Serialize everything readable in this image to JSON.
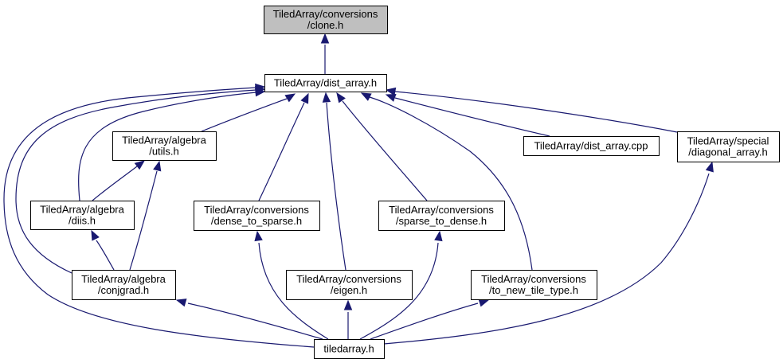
{
  "diagram": {
    "type": "include-dependency-graph",
    "colors": {
      "edge": "#191970",
      "root_fill": "#bfbfbf",
      "node_fill": "#ffffff",
      "node_border": "#000000"
    },
    "nodes": [
      {
        "id": "clone",
        "lines": [
          "TiledArray/conversions",
          "/clone.h"
        ],
        "root": true
      },
      {
        "id": "dist_array",
        "lines": [
          "TiledArray/dist_array.h"
        ]
      },
      {
        "id": "utils",
        "lines": [
          "TiledArray/algebra",
          "/utils.h"
        ]
      },
      {
        "id": "diis",
        "lines": [
          "TiledArray/algebra",
          "/diis.h"
        ]
      },
      {
        "id": "conjgrad",
        "lines": [
          "TiledArray/algebra",
          "/conjgrad.h"
        ]
      },
      {
        "id": "dense_to_sparse",
        "lines": [
          "TiledArray/conversions",
          "/dense_to_sparse.h"
        ]
      },
      {
        "id": "eigen",
        "lines": [
          "TiledArray/conversions",
          "/eigen.h"
        ]
      },
      {
        "id": "sparse_to_dense",
        "lines": [
          "TiledArray/conversions",
          "/sparse_to_dense.h"
        ]
      },
      {
        "id": "to_new_tile_type",
        "lines": [
          "TiledArray/conversions",
          "/to_new_tile_type.h"
        ]
      },
      {
        "id": "dist_array_cpp",
        "lines": [
          "TiledArray/dist_array.cpp"
        ]
      },
      {
        "id": "diagonal_array",
        "lines": [
          "TiledArray/special",
          "/diagonal_array.h"
        ]
      },
      {
        "id": "tiledarray",
        "lines": [
          "tiledarray.h"
        ]
      }
    ],
    "edges": [
      {
        "from": "dist_array",
        "to": "clone"
      },
      {
        "from": "utils",
        "to": "dist_array"
      },
      {
        "from": "diis",
        "to": "dist_array"
      },
      {
        "from": "conjgrad",
        "to": "dist_array"
      },
      {
        "from": "tiledarray",
        "to": "dist_array"
      },
      {
        "from": "dense_to_sparse",
        "to": "dist_array"
      },
      {
        "from": "eigen",
        "to": "dist_array"
      },
      {
        "from": "sparse_to_dense",
        "to": "dist_array"
      },
      {
        "from": "to_new_tile_type",
        "to": "dist_array"
      },
      {
        "from": "dist_array_cpp",
        "to": "dist_array"
      },
      {
        "from": "diagonal_array",
        "to": "dist_array"
      },
      {
        "from": "diis",
        "to": "utils"
      },
      {
        "from": "conjgrad",
        "to": "utils"
      },
      {
        "from": "conjgrad",
        "to": "diis"
      },
      {
        "from": "tiledarray",
        "to": "conjgrad"
      },
      {
        "from": "tiledarray",
        "to": "dense_to_sparse"
      },
      {
        "from": "tiledarray",
        "to": "eigen"
      },
      {
        "from": "tiledarray",
        "to": "sparse_to_dense"
      },
      {
        "from": "tiledarray",
        "to": "to_new_tile_type"
      },
      {
        "from": "tiledarray",
        "to": "diagonal_array"
      }
    ]
  }
}
